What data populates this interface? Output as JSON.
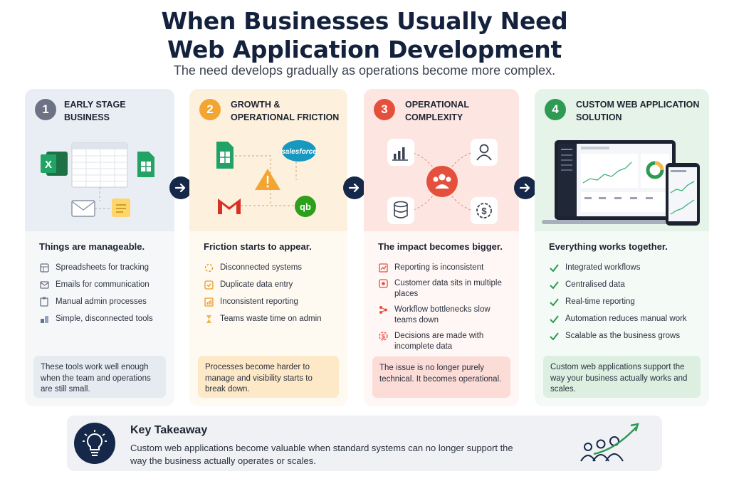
{
  "title_line1": "When Businesses Usually Need",
  "title_line2": "Web Application Development",
  "subtitle": "The need develops gradually as operations become more complex.",
  "colors": {
    "navy": "#16284a",
    "gray": "#6b7385",
    "orange": "#f2a531",
    "red": "#e5503d",
    "green": "#2f9a54"
  },
  "stages": [
    {
      "number": "1",
      "title_line1": "EARLY STAGE",
      "title_line2": "BUSINESS",
      "lead": "Things are manageable.",
      "items": [
        "Spreadsheets for tracking",
        "Emails for communication",
        "Manual admin processes",
        "Simple, disconnected tools"
      ],
      "icons": [
        "spreadsheet-icon",
        "envelope-icon",
        "clipboard-icon",
        "tools-icon"
      ],
      "note": "These tools work well enough when the team and operations are still small."
    },
    {
      "number": "2",
      "title_line1": "GROWTH &",
      "title_line2": "OPERATIONAL FRICTION",
      "lead": "Friction starts to appear.",
      "items": [
        "Disconnected systems",
        "Duplicate data entry",
        "Inconsistent reporting",
        "Teams waste time on admin"
      ],
      "icons": [
        "disconnect-icon",
        "duplicate-icon",
        "report-icon",
        "hourglass-icon"
      ],
      "note": "Processes become harder to manage and visibility starts to break down.",
      "logo_salesforce": "salesforce",
      "logo_quickbooks": "qb"
    },
    {
      "number": "3",
      "title_line1": "OPERATIONAL",
      "title_line2": "COMPLEXITY",
      "lead": "The impact becomes bigger.",
      "items": [
        "Reporting is inconsistent",
        "Customer data sits in multiple places",
        "Workflow bottlenecks slow teams down",
        "Decisions are made with incomplete data"
      ],
      "icons": [
        "chart-icon",
        "database-icon",
        "workflow-icon",
        "dollar-icon"
      ],
      "note": "The issue is no longer purely technical. It becomes operational."
    },
    {
      "number": "4",
      "title_line1": "CUSTOM WEB APPLICATION",
      "title_line2": "SOLUTION",
      "lead": "Everything works together.",
      "items": [
        "Integrated workflows",
        "Centralised data",
        "Real-time reporting",
        "Automation reduces manual work",
        "Scalable as the business grows"
      ],
      "icons": [
        "check-icon",
        "check-icon",
        "check-icon",
        "check-icon",
        "check-icon"
      ],
      "note": "Custom web applications support the way your business actually works and scales."
    }
  ],
  "takeaway": {
    "title": "Key Takeaway",
    "text": "Custom web applications become valuable when standard systems can no longer support the way the business actually operates or scales."
  }
}
